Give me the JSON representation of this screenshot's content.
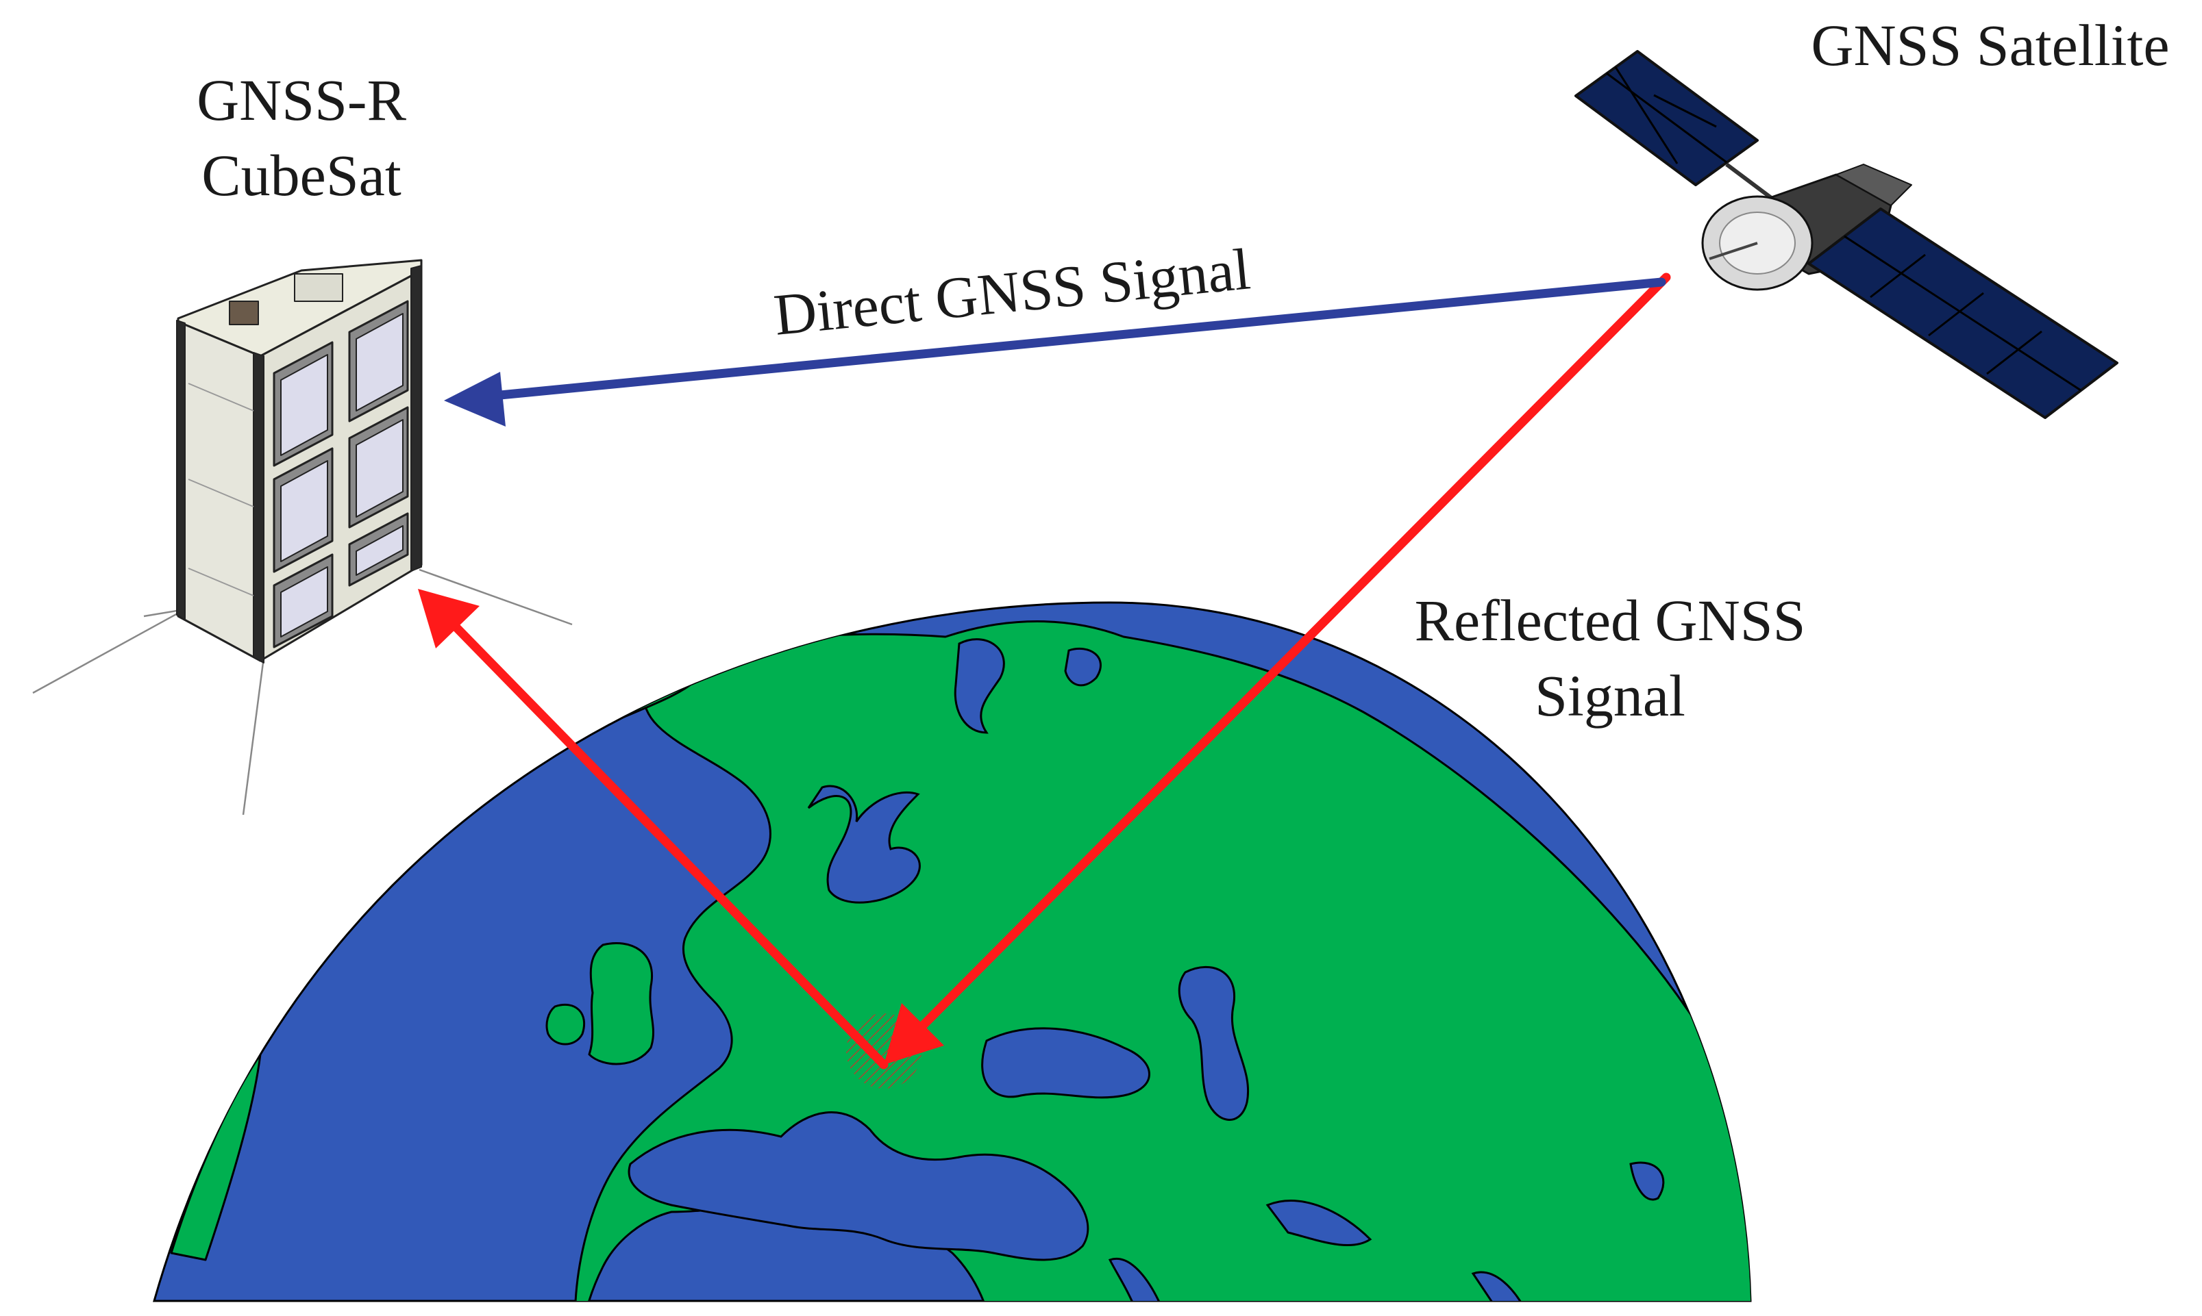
{
  "labels": {
    "cubesat_line1": "GNSS-R",
    "cubesat_line2": "CubeSat",
    "satellite": "GNSS Satellite",
    "direct_signal": "Direct GNSS Signal",
    "reflected_line1": "Reflected GNSS",
    "reflected_line2": "Signal"
  },
  "colors": {
    "ocean": "#3259b8",
    "land": "#00b050",
    "direct_arrow": "#2e3f9c",
    "reflected_arrow": "#ff1a1a",
    "solar_panel": "#0d2257",
    "cubesat_body": "#e6e6dc",
    "text": "#1a1a1a"
  },
  "icons": {
    "cubesat": "cubesat-icon",
    "satellite": "satellite-icon",
    "earth": "earth-globe-icon",
    "specular_point": "specular-point-icon"
  }
}
